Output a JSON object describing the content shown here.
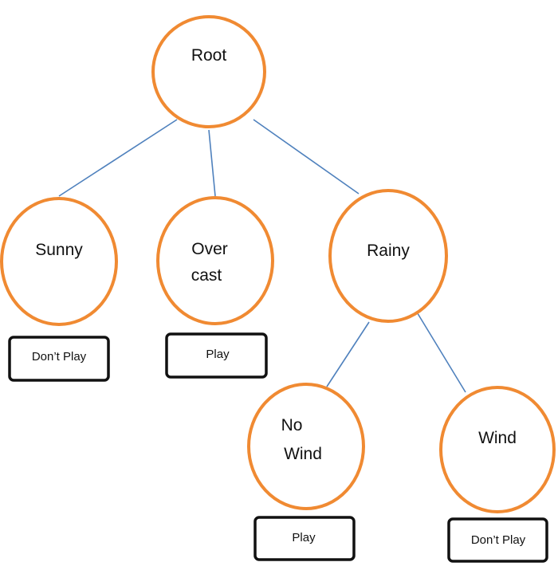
{
  "colors": {
    "node_stroke": "#F08A32",
    "edge": "#4F81BD",
    "box_stroke": "#111111",
    "text": "#111111",
    "background": "#FFFFFF"
  },
  "nodes": {
    "root": {
      "label": "Root"
    },
    "sunny": {
      "label": "Sunny"
    },
    "overcast": {
      "line1": "Over",
      "line2": "cast"
    },
    "rainy": {
      "label": "Rainy"
    },
    "nowind": {
      "line1": "No",
      "line2": "Wind"
    },
    "wind": {
      "label": "Wind"
    }
  },
  "leaves": {
    "sunny": "Don’t Play",
    "overcast": "Play",
    "nowind": "Play",
    "wind": "Don’t Play"
  }
}
